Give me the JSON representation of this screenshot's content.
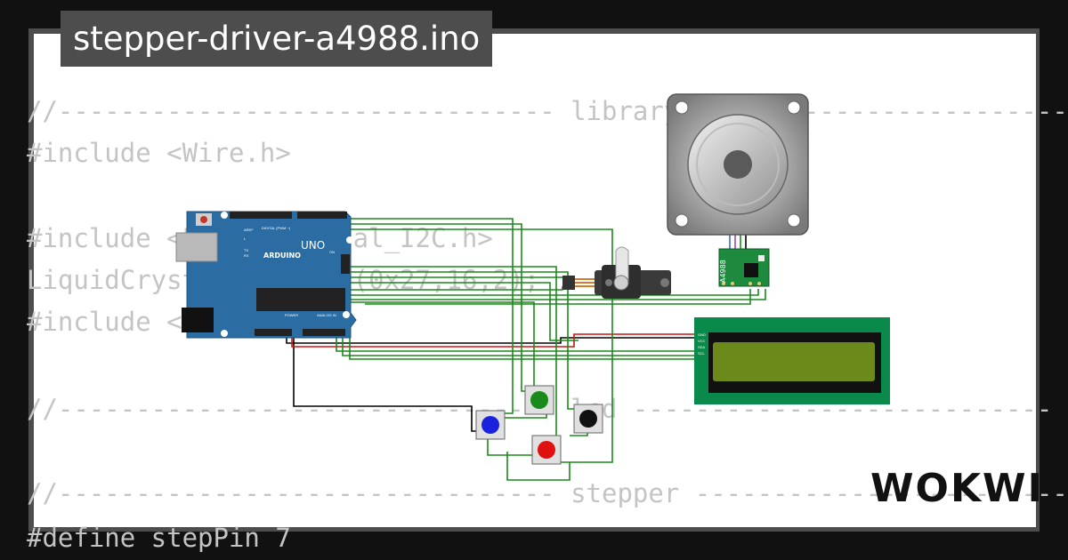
{
  "title": "stepper-driver-a4988.ino",
  "code_lines": [
    "//-------------------------------- library ---------------------------",
    "#include <Wire.h>",
    "#include <LiquidCrystal_I2C.h>",
    "LiquidCrystal_I2C lcd(0x27,16,2);",
    "#include <Servo.h>",
    "//-------------------------------- lcd ---------------------------",
    "//-------------------------------- stepper ---------------------------",
    "#define stepPin 7"
  ],
  "arduino": {
    "brand": "ARDUINO",
    "model": "UNO",
    "label_digital": "DIGITAL (PWM ~)",
    "label_power": "POWER",
    "label_analog": "ANALOG IN",
    "label_aref": "AREF",
    "label_tx": "TX",
    "label_rx": "RX",
    "label_l": "L",
    "label_on": "ON"
  },
  "driver": {
    "label": "A4988"
  },
  "lcd": {
    "pins": [
      "GND",
      "VCC",
      "SDA",
      "SCL"
    ]
  },
  "buttons": [
    {
      "color": "green"
    },
    {
      "color": "black"
    },
    {
      "color": "blue"
    },
    {
      "color": "red"
    }
  ],
  "colors": {
    "wire_green": "#1a8a1a",
    "wire_black": "#000000",
    "wire_red": "#d01010",
    "board_blue": "#2b6ca3",
    "lcd_green": "#0a8a4a",
    "lcd_screen": "#6b8a1a"
  },
  "brand_logo": "WOKWI"
}
